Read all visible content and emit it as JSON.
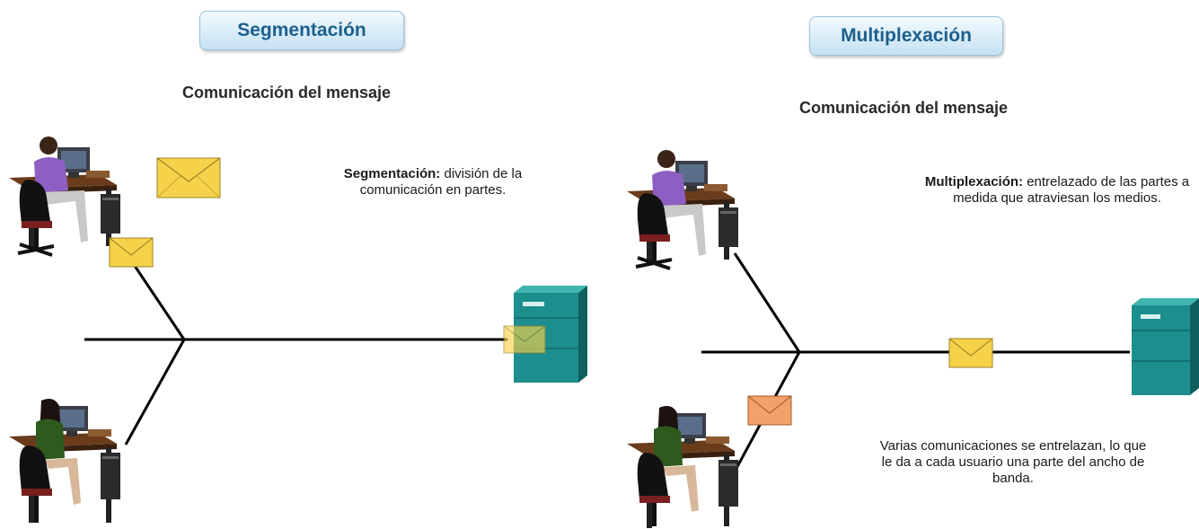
{
  "colors": {
    "line": "#000000",
    "envelope_yellow": "#f6d24a",
    "envelope_orange": "#f2a16a",
    "server": "#1c8e8e",
    "title_text": "#1d5f8c"
  },
  "left": {
    "title": "Segmentación",
    "subtitle": "Comunicación del mensaje",
    "note_bold": "Segmentación:",
    "note_rest": " división de la comunicación en partes."
  },
  "right": {
    "title": "Multiplexación",
    "subtitle": "Comunicación del mensaje",
    "note_bold": "Multiplexación:",
    "note_rest": " entrelazado de las partes a medida que atraviesan los medios.",
    "note2": "Varias comunicaciones se entrelazan, lo que le da a cada usuario una parte del ancho de banda."
  },
  "icons": {
    "user": "computer-user-icon",
    "envelope": "message-envelope-icon",
    "server": "server-icon"
  }
}
